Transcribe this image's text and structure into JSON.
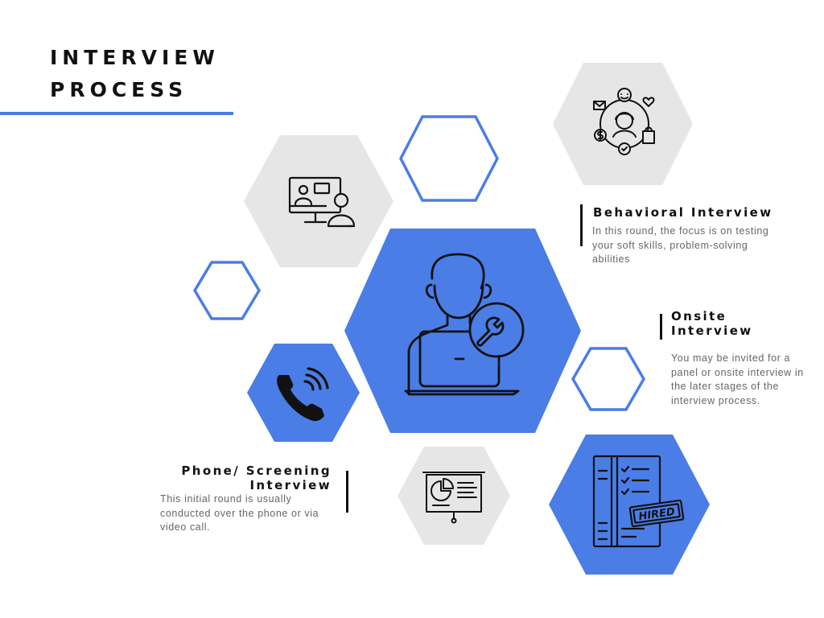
{
  "title": {
    "line1": "INTERVIEW",
    "line2": "PROCESS"
  },
  "colors": {
    "accent": "#4a7de6",
    "light_hex": "#e6e6e6",
    "icon_stroke": "#111111",
    "text_muted": "#666666"
  },
  "stages": [
    {
      "heading": "Behavioral Interview",
      "description": "In this round, the focus is on testing your soft skills, problem-solving abilities",
      "icon": "network-people-icon"
    },
    {
      "heading_line1": "Onsite",
      "heading_line2": "Interview",
      "description": "You may be invited for a panel or onsite interview in the later stages of the interview process.",
      "icon": "handshake-icon"
    },
    {
      "heading_line1": "Phone/ Screening",
      "heading_line2": "Interview",
      "description": "This initial round is usually conducted over the phone or via video call.",
      "icon": "phone-icon"
    }
  ],
  "icons": {
    "center": "support-person-icon",
    "video_call": "video-call-icon",
    "presentation": "presentation-chart-icon",
    "hired": "hired-checklist-icon"
  },
  "hired_stamp": "HIRED"
}
